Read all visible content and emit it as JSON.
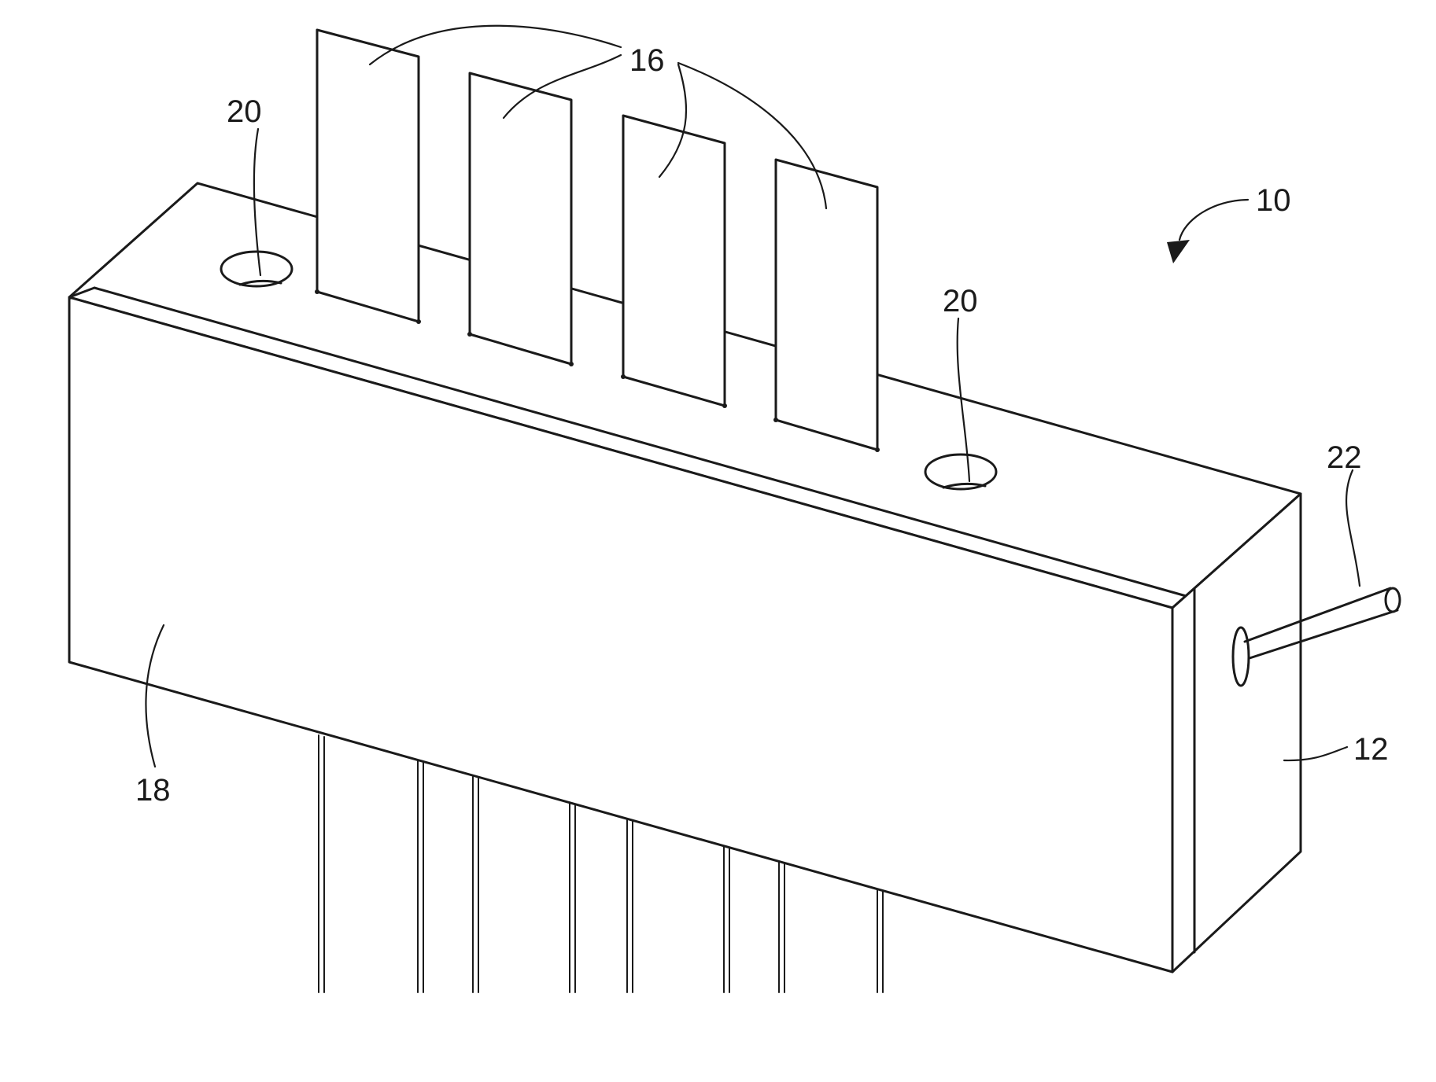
{
  "figure": {
    "reference_numerals": {
      "device": "10",
      "side_face": "12",
      "plates": "16",
      "front_face": "18",
      "hole_left": "20",
      "hole_right": "20",
      "tube": "22"
    },
    "plate_count": 4,
    "hole_count": 2,
    "wire_count": 8,
    "line_color": "#1a1a1a",
    "background_color": "#ffffff"
  }
}
